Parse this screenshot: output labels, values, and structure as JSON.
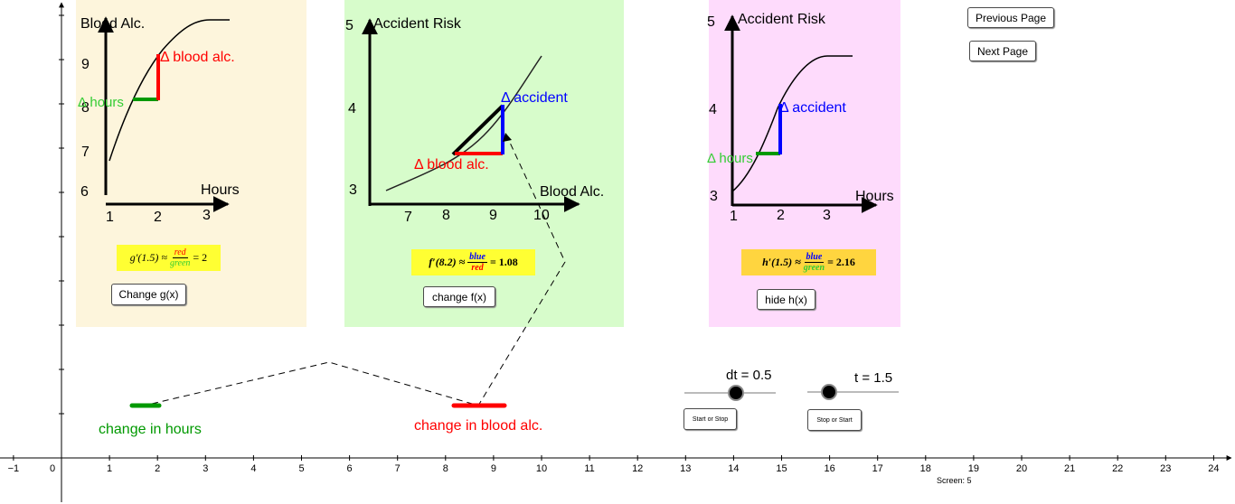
{
  "colors": {
    "panel_g": "#fdf5dc",
    "panel_f": "#d7fccb",
    "panel_h": "#fedbfc",
    "red": "#ff0000",
    "green": "#009900",
    "blue": "#0000ff",
    "formula_bg": "#ffff33",
    "formula_bg_h": "#ffd53f"
  },
  "nav": {
    "previous_page": "Previous Page",
    "next_page": "Next Page"
  },
  "panel_g": {
    "y_label": "Blood Alc.",
    "x_label": "Hours",
    "y_ticks": [
      "9",
      "8",
      "7",
      "6"
    ],
    "x_ticks": [
      "1",
      "2",
      "3"
    ],
    "delta_y_label": "Δ blood alc.",
    "delta_x_label": "Δ hours",
    "formula": {
      "lhs": "g′(1.5) ≈",
      "num": "red",
      "den": "green",
      "rhs": "= 2"
    },
    "button": "Change g(x)"
  },
  "panel_f": {
    "y_label": "Accident Risk",
    "x_label": "Blood Alc.",
    "y_ticks": [
      "5",
      "4",
      "3"
    ],
    "x_ticks": [
      "7",
      "8",
      "9",
      "10"
    ],
    "delta_y_label": "Δ accident",
    "delta_x_label": "Δ blood alc.",
    "formula": {
      "lhs": "f′(8.2) ≈",
      "num": "blue",
      "den": "red",
      "rhs": "= 1.08"
    },
    "button": "change f(x)"
  },
  "panel_h": {
    "y_label": "Accident Risk",
    "x_label": "Hours",
    "y_ticks": [
      "5",
      "4",
      "3"
    ],
    "x_ticks": [
      "1",
      "2",
      "3"
    ],
    "delta_y_label": "Δ accident",
    "delta_x_label": "Δ hours",
    "formula": {
      "lhs": "h′(1.5) ≈",
      "num": "blue",
      "den": "green",
      "rhs": "= 2.16"
    },
    "button": "hide h(x)"
  },
  "bottom": {
    "change_hours": "change in hours",
    "change_blood": "change in blood alc."
  },
  "sliders": {
    "dt": {
      "label": "dt = 0.5",
      "value": 0.5,
      "button": "Start or Stop"
    },
    "t": {
      "label": "t = 1.5",
      "value": 1.5,
      "button": "Stop or Start"
    }
  },
  "axis": {
    "x_ticks": [
      "−1",
      "0",
      "1",
      "2",
      "3",
      "4",
      "5",
      "6",
      "7",
      "8",
      "9",
      "10",
      "11",
      "12",
      "13",
      "14",
      "15",
      "16",
      "17",
      "18",
      "19",
      "20",
      "21",
      "22",
      "23",
      "24"
    ]
  },
  "screen": {
    "label": "Screen:",
    "value": "5"
  }
}
